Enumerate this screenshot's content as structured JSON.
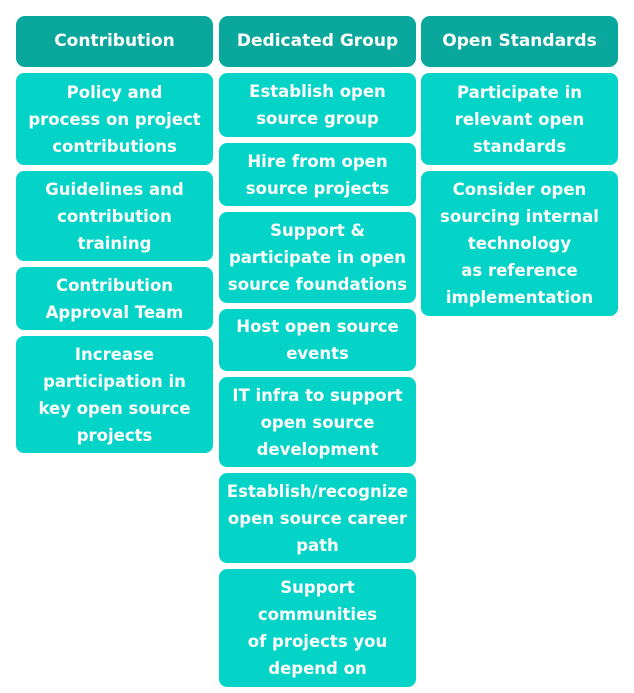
{
  "colors": {
    "header_bg": "#0aa89c",
    "cell_bg": "#04d4c8",
    "text": "#ffffff",
    "background": "#ffffff"
  },
  "columns": [
    {
      "header": "Contribution",
      "items": [
        "Policy and\nprocess on project\ncontributions",
        "Guidelines and\ncontribution\ntraining",
        "Contribution\nApproval Team",
        "Increase\nparticipation in\nkey open source\nprojects"
      ]
    },
    {
      "header": "Dedicated Group",
      "items": [
        "Establish open\nsource group",
        "Hire from open\nsource projects",
        "Support &\nparticipate in open\nsource foundations",
        "Host open source\nevents",
        "IT infra to support\nopen source\ndevelopment",
        "Establish/recognize\nopen source career\npath",
        "Support\ncommunities\nof projects you\ndepend on"
      ]
    },
    {
      "header": "Open Standards",
      "items": [
        "Participate in\nrelevant open\nstandards",
        "Consider open\nsourcing internal\ntechnology\nas reference\nimplementation"
      ]
    }
  ]
}
